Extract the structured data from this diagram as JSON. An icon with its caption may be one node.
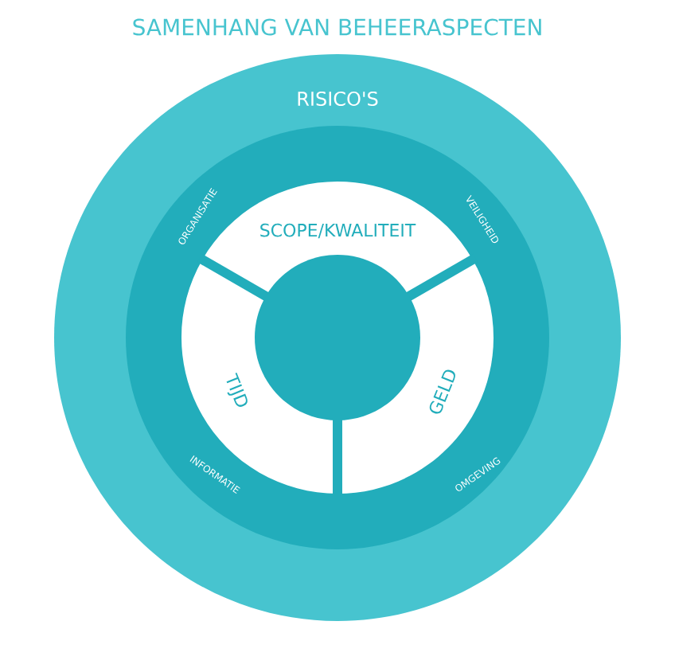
{
  "diagram": {
    "title": "SAMENHANG VAN BEHEERASPECTEN",
    "nodes": [
      {
        "text": [
          "RISICO'S"
        ]
      },
      {
        "text": [
          "ORGANISATIE",
          "VEILIGHEID",
          "INFORMATIE",
          "OMGEVING"
        ],
        "in": 0
      },
      {
        "text": [
          "SCOPE/KWALITEIT"
        ],
        "in": 1
      },
      {
        "text": [
          "TIJD"
        ],
        "in": 1
      },
      {
        "text": [
          "GELD"
        ],
        "in": 1
      },
      {
        "text": [],
        "shape": "circle",
        "in": 1
      }
    ]
  }
}
